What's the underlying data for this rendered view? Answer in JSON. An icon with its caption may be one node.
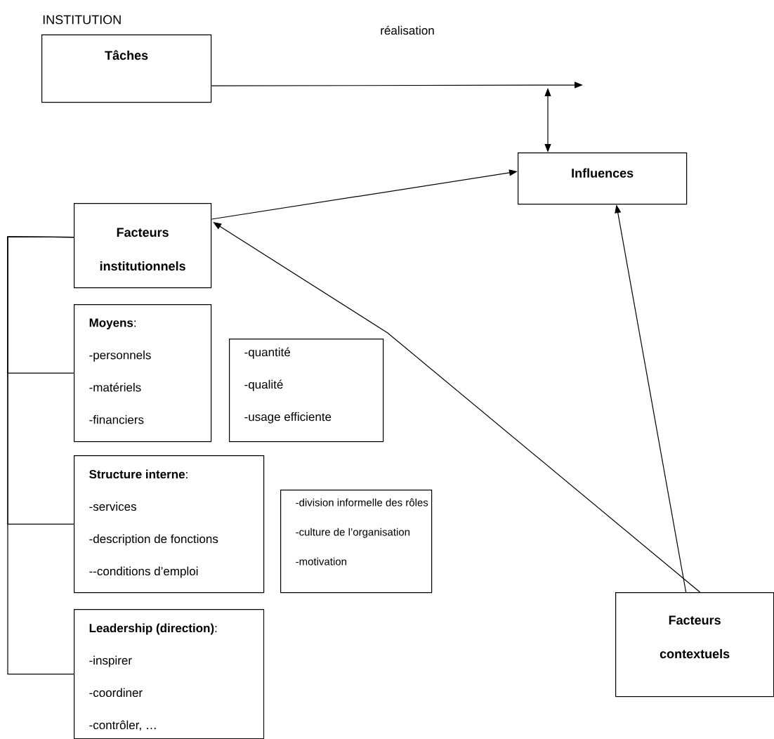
{
  "diagram": {
    "nodes": [
      {
        "text": [
          "Tâches"
        ]
      },
      {
        "text": [
          "Influences"
        ]
      },
      {
        "text": [
          "Facteurs institutionnels"
        ]
      },
      {
        "text": [
          "**Moyens**:",
          "-personnels",
          "-matériels",
          "-financiers"
        ]
      },
      {
        "text": [
          "-quantité",
          "-qualité",
          "-usage efficiente"
        ]
      },
      {
        "text": [
          "**Structure interne**:",
          "-services",
          "-description de fonctions",
          "--conditions d’emploi"
        ]
      },
      {
        "text": [
          "-division informelle des rôles",
          "-culture de l’organisation",
          "-motivation"
        ]
      },
      {
        "text": [
          "**Leadership (direction)**:",
          "-inspirer",
          "-coordiner",
          "-contrôler, …"
        ]
      },
      {
        "text": [
          "Facteurs contextuels"
        ]
      }
    ],
    "edges": [
      {
        "from": 0,
        "to": null,
        "arrow": "to",
        "label": "réalisation"
      },
      {
        "from": null,
        "to": 1,
        "arrow": "both"
      },
      {
        "from": 2,
        "to": 1,
        "arrow": "to"
      },
      {
        "from": 8,
        "to": 2,
        "arrow": "to"
      },
      {
        "from": 8,
        "to": 1,
        "arrow": "to"
      },
      {
        "from": 2,
        "to": 3,
        "arrow": "none"
      },
      {
        "from": 2,
        "to": 5,
        "arrow": "none"
      },
      {
        "from": 2,
        "to": 7,
        "arrow": "none"
      }
    ],
    "labels": [
      "INSTITUTION"
    ]
  }
}
